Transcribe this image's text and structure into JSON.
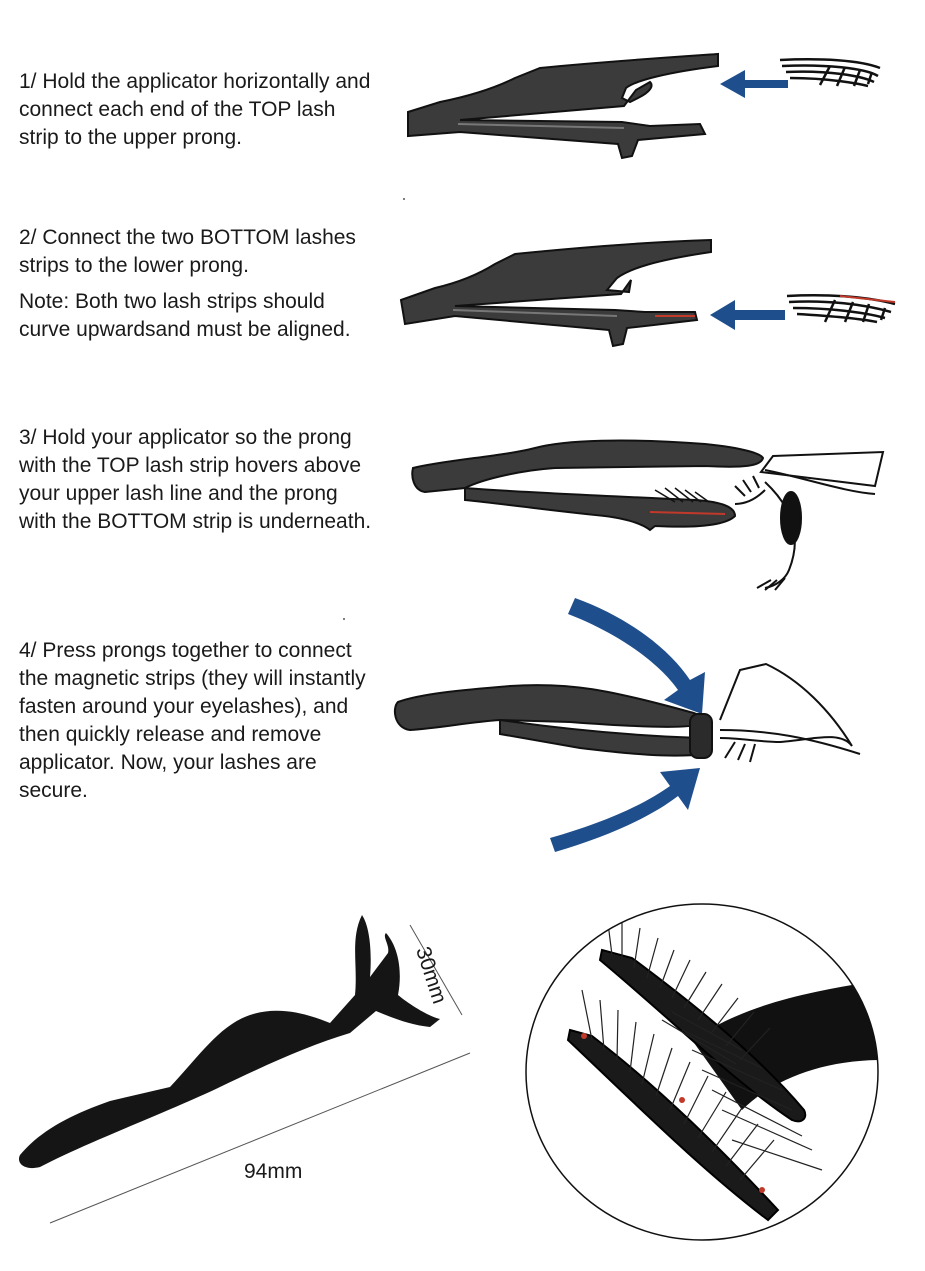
{
  "steps": [
    {
      "text": "1/ Hold the applicator horizontally and connect each end of the TOP lash strip to the upper prong."
    },
    {
      "text": "2/ Connect the two BOTTOM lashes strips to the lower prong.",
      "note": "Note: Both two lash strips should curve upwardsand must be aligned."
    },
    {
      "text": "3/ Hold your applicator so the prong with the TOP lash strip hovers above your upper lash line and the prong with the BOTTOM strip is underneath."
    },
    {
      "text": "4/ Press prongs together to connect the magnetic strips (they will instantly fasten around your eyelashes), and then quickly release and remove applicator. Now, your lashes are secure."
    }
  ],
  "dimensions": {
    "length": "94mm",
    "height": "30mm"
  },
  "colors": {
    "arrow": "#1f4e8c",
    "applicator": "#3b3b3b",
    "text": "#1a1a1a",
    "magnet": "#c0392b"
  },
  "icons": [
    "arrow-left-icon",
    "curved-arrow-down-icon",
    "curved-arrow-up-icon",
    "eye-icon"
  ]
}
